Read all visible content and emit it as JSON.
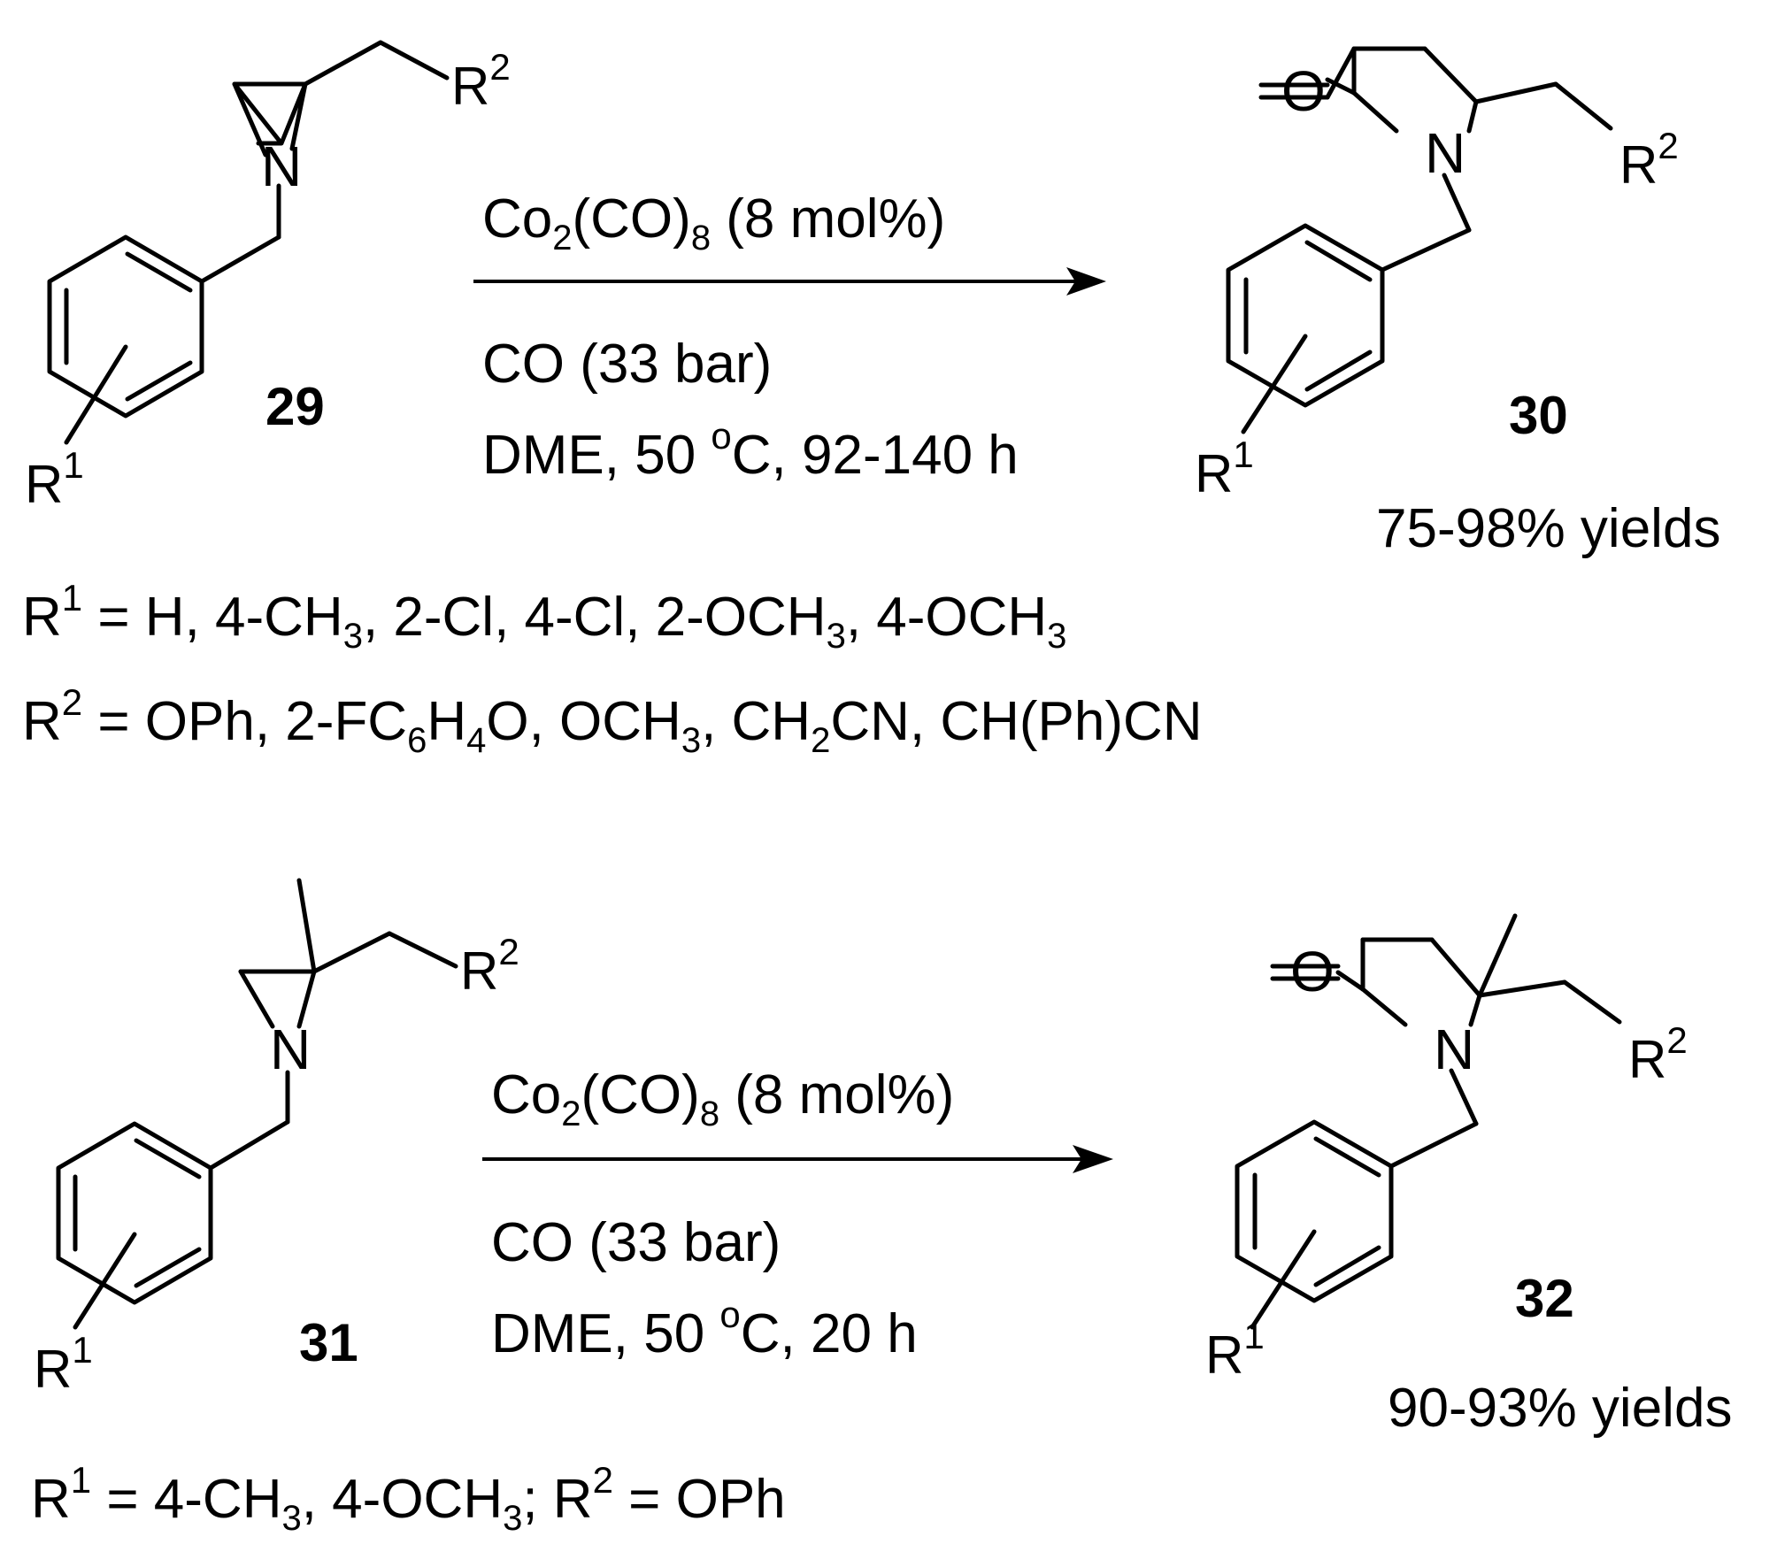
{
  "reaction1": {
    "reactant_number": "29",
    "product_number": "30",
    "catalyst": {
      "base": "Co",
      "sub1": "2",
      "mid": "(CO)",
      "sub2": "8",
      "tail": " (8 mol%)"
    },
    "gas": "CO (33 bar)",
    "conditions": {
      "pre": "DME, 50 ",
      "deg": "o",
      "post": "C, 92-140 h"
    },
    "yield": "75-98% yields",
    "r1": {
      "pre": "R",
      "sup": "1",
      "segments": [
        " = H, 4-CH",
        "3",
        ", 2-Cl, 4-Cl, 2-OCH",
        "3",
        ", 4-OCH",
        "3"
      ]
    },
    "r2": {
      "pre": "R",
      "sup": "2",
      "segments": [
        " = OPh, 2-FC",
        "6",
        "H",
        "4",
        "O, OCH",
        "3",
        ", CH",
        "2",
        "CN, CH(Ph)CN"
      ]
    }
  },
  "reaction2": {
    "reactant_number": "31",
    "product_number": "32",
    "catalyst": {
      "base": "Co",
      "sub1": "2",
      "mid": "(CO)",
      "sub2": "8",
      "tail": " (8 mol%)"
    },
    "gas": "CO (33 bar)",
    "conditions": {
      "pre": "DME, 50 ",
      "deg": "o",
      "post": "C, 20 h"
    },
    "yield": "90-93% yields",
    "substituents": {
      "segments": [
        "R",
        "1",
        " = 4-CH",
        "3",
        ", 4-OCH",
        "3",
        "; R",
        "2",
        " = OPh"
      ]
    }
  },
  "atoms": {
    "nitrogen": "N",
    "oxygen": "O",
    "r_group": "R",
    "r1_sup": "1",
    "r2_sup": "2"
  }
}
